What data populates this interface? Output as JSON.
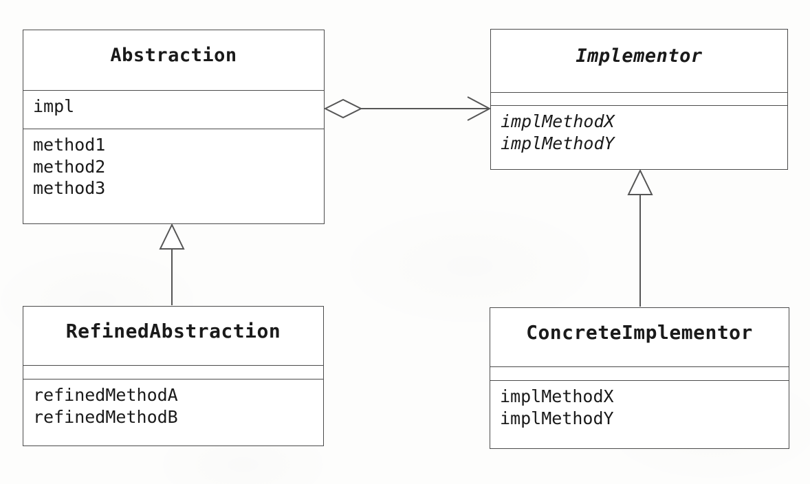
{
  "diagram": {
    "kind": "uml-class-diagram",
    "pattern": "Bridge",
    "background_color": "#fdfdfc",
    "line_color": "#555555",
    "text_color": "#1a1a1a"
  },
  "classes": {
    "abstraction": {
      "name": "Abstraction",
      "abstract": false,
      "attributes": [
        "impl"
      ],
      "operations": [
        "method1",
        "method2",
        "method3"
      ]
    },
    "implementor": {
      "name": "Implementor",
      "abstract": true,
      "attributes": [],
      "operations": [
        "implMethodX",
        "implMethodY"
      ]
    },
    "refined_abstraction": {
      "name": "RefinedAbstraction",
      "abstract": false,
      "attributes": [],
      "operations": [
        "refinedMethodA",
        "refinedMethodB"
      ]
    },
    "concrete_implementor": {
      "name": "ConcreteImplementor",
      "abstract": false,
      "attributes": [],
      "operations": [
        "implMethodX",
        "implMethodY"
      ]
    }
  },
  "relationships": [
    {
      "id": "abstraction-has-implementor",
      "type": "aggregation",
      "source": "Abstraction",
      "target": "Implementor",
      "source_decoration": "hollow-diamond",
      "target_decoration": "open-arrow"
    },
    {
      "id": "refinedabstraction-extends-abstraction",
      "type": "generalization",
      "source": "RefinedAbstraction",
      "target": "Abstraction",
      "source_decoration": "none",
      "target_decoration": "hollow-triangle"
    },
    {
      "id": "concreteimplementor-implements-implementor",
      "type": "generalization",
      "source": "ConcreteImplementor",
      "target": "Implementor",
      "source_decoration": "none",
      "target_decoration": "hollow-triangle"
    }
  ]
}
